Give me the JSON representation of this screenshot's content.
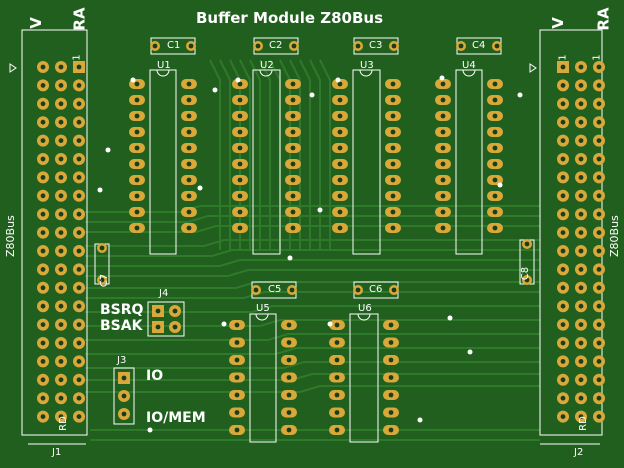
{
  "title": "Buffer Module Z80Bus",
  "connectors": {
    "left_bus": {
      "ref": "J1",
      "name": "Z80Bus",
      "top_labels": [
        "V",
        "RA"
      ],
      "pin1": "1",
      "bottom_label": "RD"
    },
    "right_bus": {
      "ref": "J2",
      "name": "Z80Bus",
      "top_labels": [
        "V",
        "RA"
      ],
      "pin1": "1",
      "bottom_label": "RD"
    },
    "jumper_bus_req": {
      "ref": "J4",
      "labels": [
        "BSRQ",
        "BSAK"
      ]
    },
    "jumper_io": {
      "ref": "J3",
      "labels": [
        "IO",
        "IO/MEM"
      ]
    }
  },
  "ics": [
    "U1",
    "U2",
    "U3",
    "U4",
    "U5",
    "U6"
  ],
  "capacitors": [
    "C1",
    "C2",
    "C3",
    "C4",
    "C5",
    "C6",
    "C7",
    "C8"
  ],
  "colors": {
    "board": "#215f1e",
    "trace": "#2f7a2a",
    "pad": "#d8a93a",
    "silk": "#ffffff"
  }
}
